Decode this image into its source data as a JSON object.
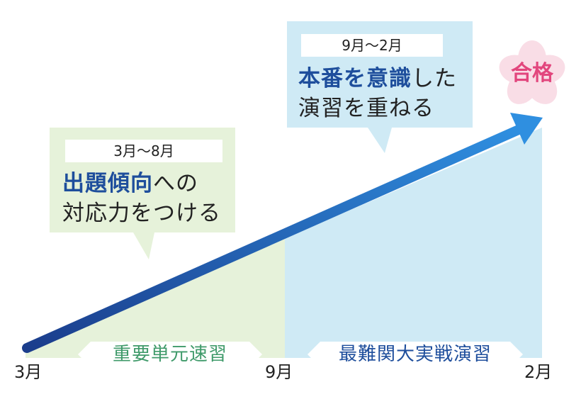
{
  "colors": {
    "phase1_bg": "#e6f2da",
    "phase2_bg": "#cfeaf5",
    "arrow_start": "#1b3d8c",
    "arrow_end": "#2f8fe0",
    "phase1_label": "#3f9a6a",
    "phase2_label": "#1e4e9c",
    "goal_text": "#e2467d",
    "sakura": "#f9dde6",
    "emphasis": "#1e4e9c"
  },
  "phase1": {
    "period": "3月〜8月",
    "message": {
      "emphasis": "出題傾向",
      "line1_rest": "への",
      "line2": "対応力をつける"
    },
    "label": "重要単元速習"
  },
  "phase2": {
    "period": "9月〜2月",
    "message": {
      "emphasis": "本番を意識",
      "line1_rest": "した",
      "line2": "演習を重ねる"
    },
    "label": "最難関大実戦演習"
  },
  "months": {
    "start": "3月",
    "mid": "9月",
    "end": "2月"
  },
  "goal": {
    "label": "合格",
    "icon": "sakura-flower-icon"
  }
}
